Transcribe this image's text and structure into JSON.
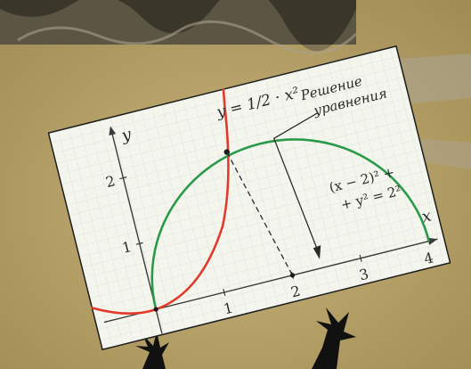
{
  "diagram": {
    "curve_parabola": {
      "label": "y = 1/2 · x²",
      "color": "#e23a2a"
    },
    "curve_semicircle": {
      "label_line1": "(x − 2)² +",
      "label_line2": "+ y² = 2²",
      "color": "#2a9a4a"
    },
    "annotation": {
      "line1": "Решение",
      "line2": "уравнения"
    },
    "axes": {
      "x_label": "x",
      "y_label": "y",
      "x_ticks": [
        "1",
        "2",
        "3",
        "4"
      ],
      "y_ticks": [
        "1",
        "2"
      ]
    },
    "colors": {
      "paper": "#f4f6ee",
      "grid": "#d6ded8",
      "axis": "#3a3a3a",
      "frame": "#1a1a1a",
      "background": "#b8a46a"
    }
  }
}
